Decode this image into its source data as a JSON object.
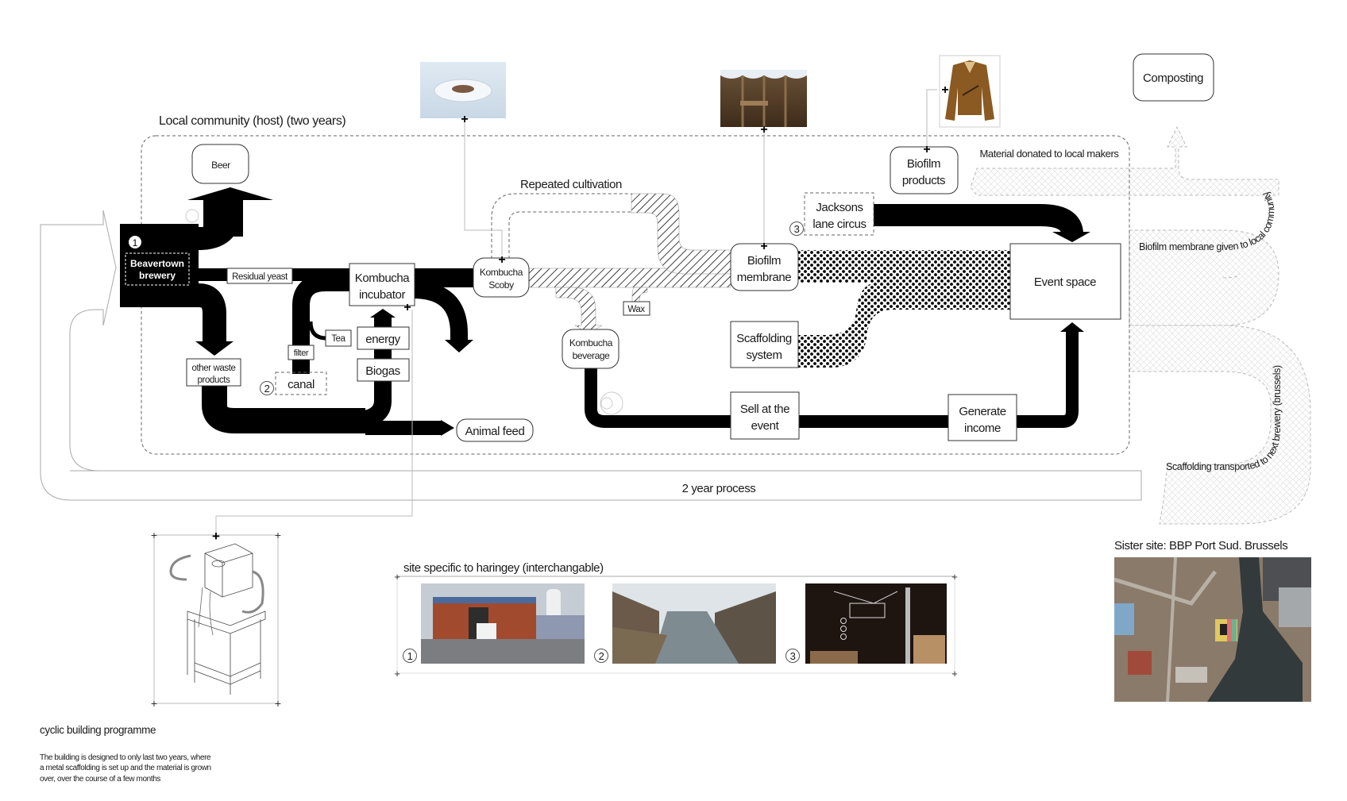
{
  "diagram": {
    "container_title": "Local community (host) (two years)",
    "repeated_cultivation": "Repeated cultivation",
    "process_bar": "2 year process",
    "nodes": {
      "beer": "Beer",
      "brewery_badge": "1",
      "brewery_line1": "Beavertown",
      "brewery_line2": "brewery",
      "residual_yeast": "Residual yeast",
      "incubator_line1": "Kombucha",
      "incubator_line2": "incubator",
      "other_waste_line1": "other waste",
      "other_waste_line2": "products",
      "filter": "filter",
      "tea": "Tea",
      "energy": "energy",
      "biogas": "Biogas",
      "canal_badge": "2",
      "canal": "canal",
      "animal_feed": "Animal feed",
      "scoby_line1": "Kombucha",
      "scoby_line2": "Scoby",
      "beverage_line1": "Kombucha",
      "beverage_line2": "beverage",
      "wax": "Wax",
      "membrane_line1": "Biofilm",
      "membrane_line2": "membrane",
      "scaffolding_line1": "Scaffolding",
      "scaffolding_line2": "system",
      "jacksons_badge": "3",
      "jacksons_line1": "Jacksons",
      "jacksons_line2": "lane circus",
      "event_space": "Event space",
      "sell_line1": "Sell at the",
      "sell_line2": "event",
      "income_line1": "Generate",
      "income_line2": "income",
      "products_line1": "Biofilm",
      "products_line2": "products",
      "composting": "Composting"
    },
    "outflows": {
      "donated": "Material donated to local makers",
      "membrane_given": "Biofilm membrane given to local community",
      "scaffolding_transported": "Scaffolding transported to next brewery (brussels)"
    },
    "photos": {
      "plate": "biofilm-leather-on-plate",
      "wall": "grown-biofilm-wall",
      "jacket": "biofilm-jacket",
      "machine": "kombucha-incubator-machine-drawing"
    }
  },
  "programme": {
    "title": "cyclic building programme",
    "text_line1": "The building is designed to only last two years, where",
    "text_line2": "a metal scaffolding is set up and the material is grown",
    "text_line3": "over, over the course of a few months"
  },
  "sites": {
    "title": "site specific to haringey (interchangable)",
    "items": [
      {
        "badge": "1",
        "name": "brewery-site-photo"
      },
      {
        "badge": "2",
        "name": "canal-site-photo"
      },
      {
        "badge": "3",
        "name": "circus-site-photo"
      }
    ]
  },
  "sister": {
    "title": "Sister site: BBP Port Sud. Brussels"
  }
}
